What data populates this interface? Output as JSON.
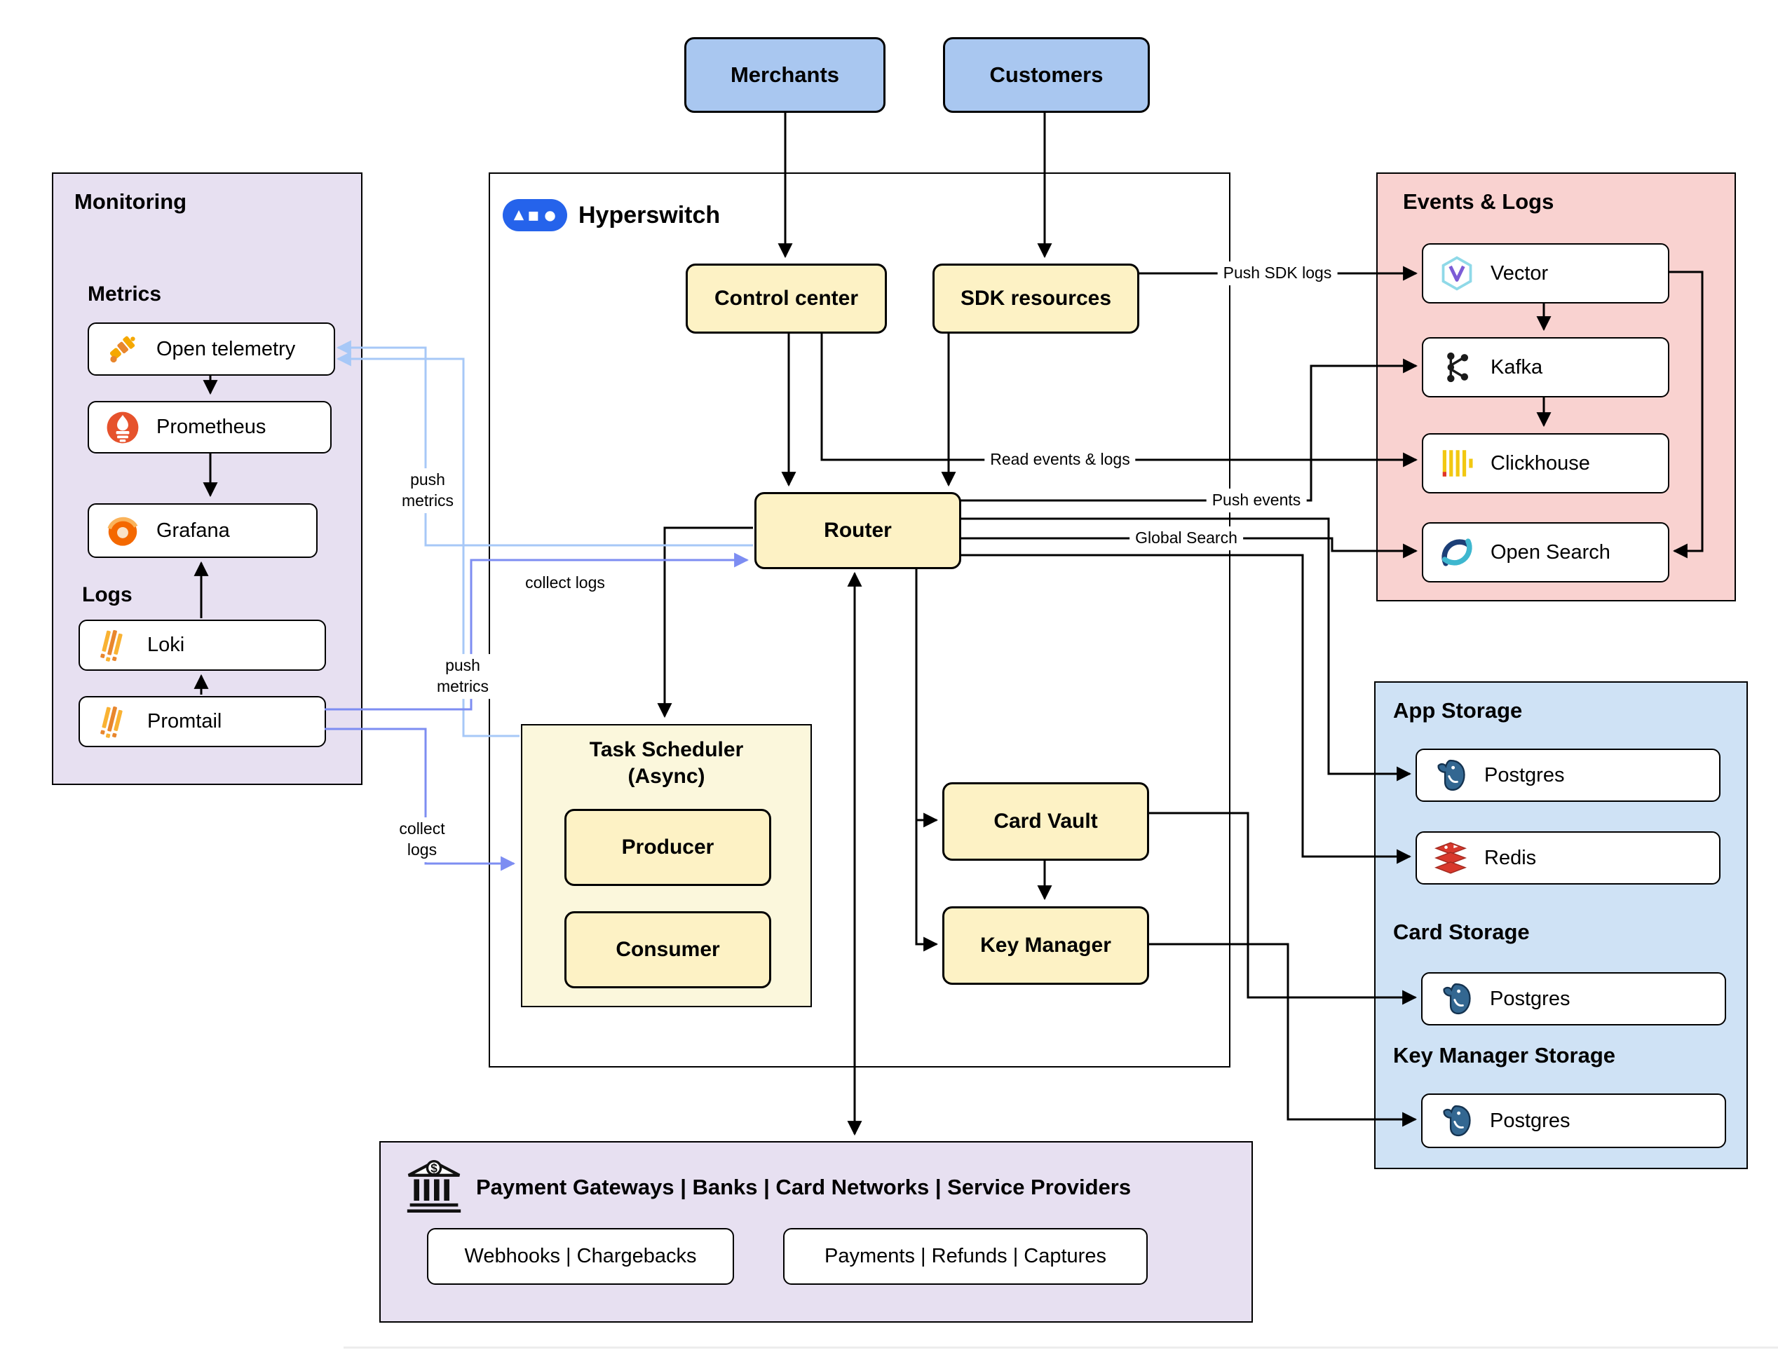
{
  "external": {
    "merchants": "Merchants",
    "customers": "Customers"
  },
  "monitoring": {
    "title": "Monitoring",
    "metrics_label": "Metrics",
    "metrics_items": [
      {
        "label": "Open telemetry",
        "icon": "open-telemetry-icon"
      },
      {
        "label": "Prometheus",
        "icon": "prometheus-icon"
      },
      {
        "label": "Grafana",
        "icon": "grafana-icon"
      }
    ],
    "logs_label": "Logs",
    "logs_items": [
      {
        "label": "Loki",
        "icon": "loki-icon"
      },
      {
        "label": "Promtail",
        "icon": "promtail-icon"
      }
    ]
  },
  "hyperswitch": {
    "brand": "Hyperswitch",
    "nodes": {
      "control_center": "Control center",
      "sdk_resources": "SDK resources",
      "router": "Router",
      "task_scheduler": "Task Scheduler (Async)",
      "producer": "Producer",
      "consumer": "Consumer",
      "card_vault": "Card Vault",
      "key_manager": "Key Manager"
    }
  },
  "events_logs": {
    "title": "Events & Logs",
    "items": [
      {
        "label": "Vector",
        "icon": "vector-icon"
      },
      {
        "label": "Kafka",
        "icon": "kafka-icon"
      },
      {
        "label": "Clickhouse",
        "icon": "clickhouse-icon"
      },
      {
        "label": "Open Search",
        "icon": "open-search-icon"
      }
    ]
  },
  "storage": {
    "app_title": "App Storage",
    "app_items": [
      {
        "label": "Postgres",
        "icon": "postgres-icon"
      },
      {
        "label": "Redis",
        "icon": "redis-icon"
      }
    ],
    "card_title": "Card Storage",
    "card_items": [
      {
        "label": "Postgres",
        "icon": "postgres-icon"
      }
    ],
    "key_manager_title": "Key Manager Storage",
    "key_manager_items": [
      {
        "label": "Postgres",
        "icon": "postgres-icon"
      }
    ]
  },
  "payments": {
    "title": "Payment Gateways | Banks | Card Networks | Service Providers",
    "boxes": [
      "Webhooks | Chargebacks",
      "Payments | Refunds | Captures"
    ]
  },
  "edge_labels": {
    "push_sdk_logs": "Push SDK logs",
    "read_events_logs": "Read events & logs",
    "push_events": "Push events",
    "global_search": "Global Search",
    "push_metrics_1": "push\nmetrics",
    "push_metrics_2": "push\nmetrics",
    "collect_logs_1": "collect logs",
    "collect_logs_2": "collect\nlogs"
  },
  "colors": {
    "external_box": "#a9c7f0",
    "module_box": "#fdf2c5",
    "module_box_light": "#fbf7dc",
    "monitoring_panel": "#e7e0f1",
    "events_panel": "#f9d2d0",
    "storage_panel": "#cfe2f5",
    "payments_panel": "#e7e0f1",
    "arrow": "#000000",
    "push_metrics_arrow": "#a7c8f7",
    "collect_logs_arrow": "#7d8df2"
  }
}
